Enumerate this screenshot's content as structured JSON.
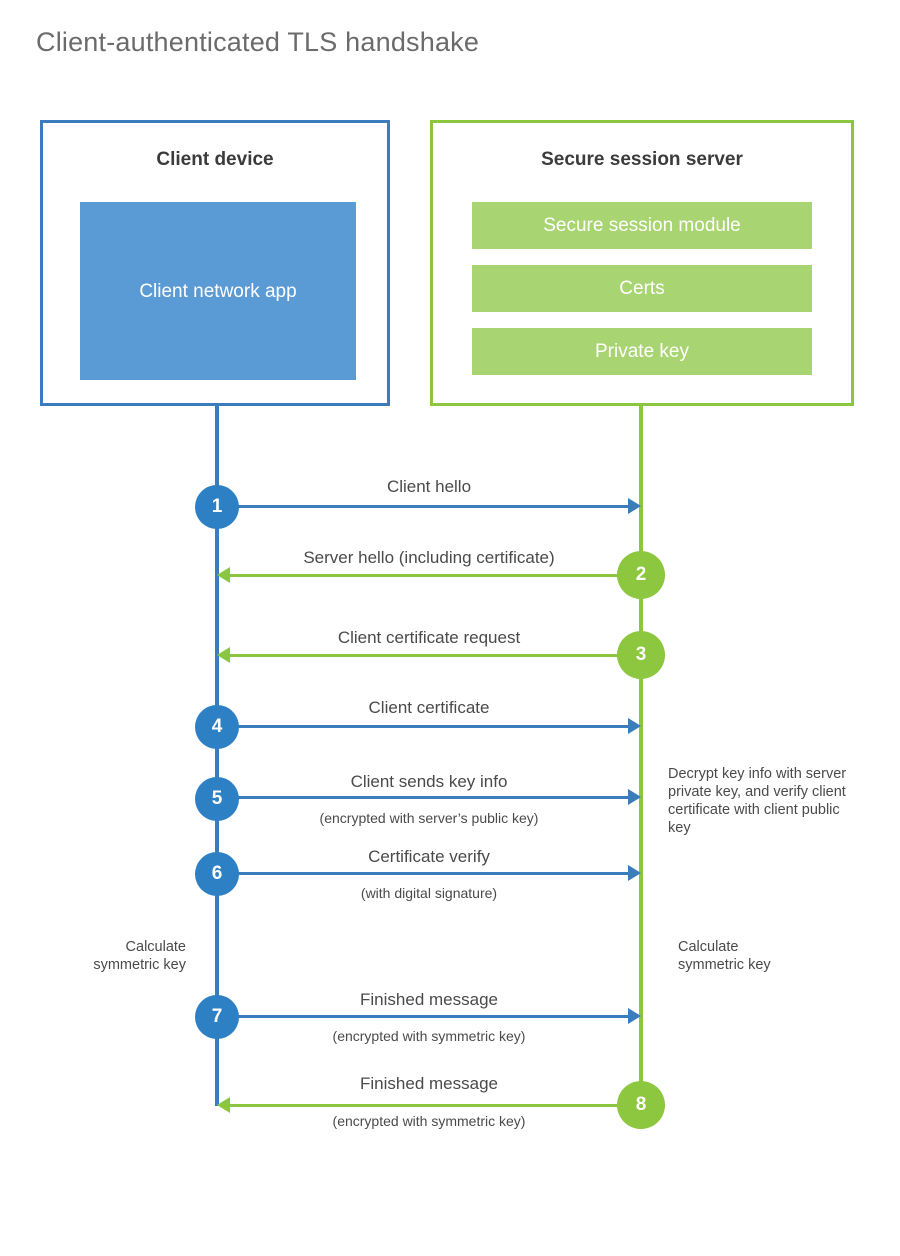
{
  "title": "Client-authenticated TLS handshake",
  "colors": {
    "client_accent": "#3a7cbd",
    "client_fill": "#5b9bd5",
    "client_circle": "#2e80c4",
    "server_accent": "#8cc63f",
    "server_fill": "#a9d472",
    "server_circle": "#8dc63f",
    "text": "#4a4a4a",
    "title_text": "#6b6b6b",
    "background": "#ffffff"
  },
  "client": {
    "title": "Client device",
    "app_label": "Client network app"
  },
  "server": {
    "title": "Secure session server",
    "bars": [
      {
        "label": "Secure session module"
      },
      {
        "label": "Certs"
      },
      {
        "label": "Private key"
      }
    ]
  },
  "steps": [
    {
      "number": "1",
      "label": "Client hello",
      "sublabel": "",
      "direction": "client-to-server",
      "color": "blue"
    },
    {
      "number": "2",
      "label": "Server hello (including certificate)",
      "sublabel": "",
      "direction": "server-to-client",
      "color": "green"
    },
    {
      "number": "3",
      "label": "Client certificate request",
      "sublabel": "",
      "direction": "server-to-client",
      "color": "green"
    },
    {
      "number": "4",
      "label": "Client certificate",
      "sublabel": "",
      "direction": "client-to-server",
      "color": "blue"
    },
    {
      "number": "5",
      "label": "Client sends key info",
      "sublabel": "(encrypted with server’s public key)",
      "direction": "client-to-server",
      "color": "blue"
    },
    {
      "number": "6",
      "label": "Certificate verify",
      "sublabel": "(with digital signature)",
      "direction": "client-to-server",
      "color": "blue"
    },
    {
      "number": "7",
      "label": "Finished message",
      "sublabel": "(encrypted with symmetric key)",
      "direction": "client-to-server",
      "color": "blue"
    },
    {
      "number": "8",
      "label": "Finished message",
      "sublabel": "(encrypted with symmetric key)",
      "direction": "server-to-client",
      "color": "green"
    }
  ],
  "notes": {
    "server_decrypt": "Decrypt key info with server private key, and verify client certificate with client public key",
    "client_calculate": "Calculate symmetric key",
    "server_calculate": "Calculate symmetric key"
  }
}
